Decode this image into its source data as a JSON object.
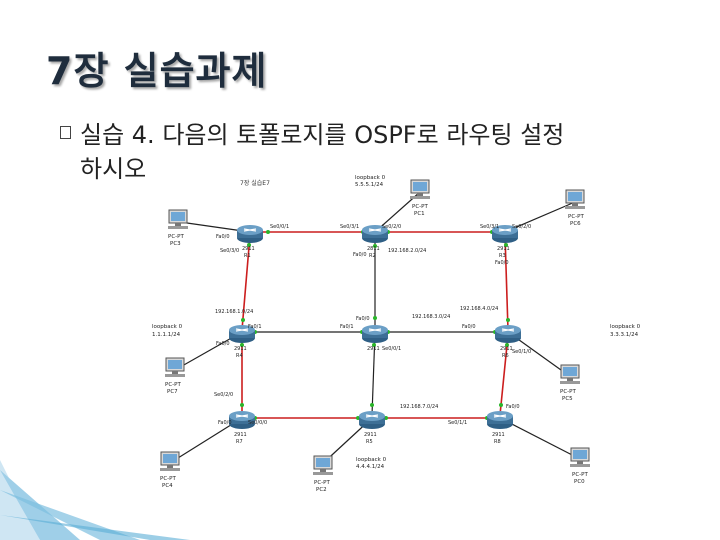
{
  "slide": {
    "title": "7장 실습과제",
    "bullet_line1": "실습 4. 다음의 토폴로지를 OSPF로 라우팅 설정",
    "bullet_line2": "하시오"
  },
  "diagram": {
    "caption": "7장 실습E7",
    "routers": {
      "r1": {
        "model": "2911",
        "name": "R1"
      },
      "r2": {
        "model": "2811",
        "name": "R2"
      },
      "r3": {
        "model": "2911",
        "name": "R3"
      },
      "r4": {
        "model": "2911",
        "name": "R4"
      },
      "r5": {
        "model": "2911",
        "name": "R5"
      },
      "r6": {
        "model": "2911",
        "name": "R6"
      },
      "r7": {
        "model": "2911",
        "name": "R7"
      },
      "r8": {
        "model": "2911",
        "name": "R8"
      }
    },
    "pcs": {
      "pc0": {
        "model": "PC-PT",
        "name": "PC0"
      },
      "pc1": {
        "model": "PC-PT",
        "name": "PC1"
      },
      "pc2": {
        "model": "PC-PT",
        "name": "PC2"
      },
      "pc3": {
        "model": "PC-PT",
        "name": "PC3"
      },
      "pc4": {
        "model": "PC-PT",
        "name": "PC4"
      },
      "pc5": {
        "model": "PC-PT",
        "name": "PC5"
      },
      "pc6": {
        "model": "PC-PT",
        "name": "PC6"
      },
      "pc7": {
        "model": "PC-PT",
        "name": "PC7"
      }
    },
    "loopbacks": {
      "top": {
        "name": "loopback 0",
        "ip": "5.5.5.1/24"
      },
      "left": {
        "name": "loopback 0",
        "ip": "1.1.1.1/24"
      },
      "right": {
        "name": "loopback 0",
        "ip": "3.3.3.1/24"
      },
      "bottom": {
        "name": "loopback 0",
        "ip": "4.4.4.1/24"
      }
    },
    "labels": {
      "r1_fa": "Fa0/0",
      "r1_s0": "Se0/0/1",
      "r1_s1": "Se0/3/0",
      "r2_s0": "Se0/3/1",
      "r2_s1": "Se0/2/0",
      "r2_fa": "Fa0/0",
      "r2_net": "192.168.2.0/24",
      "r3_s0": "Se0/3/1",
      "r3_s1": "Se0/2/0",
      "r3_fa": "Fa0/0",
      "r4_net_left": "192.168.1.0/24",
      "r4_fa": "Fa0/1",
      "r4_fa0": "Fa0/0",
      "r4_s": "Se0/2/0",
      "r5_fa": "Fa0/0",
      "r5_fa1": "Fa0/1",
      "r5_net": "192.168.3.0/24",
      "r5_s": "Se0/0/1",
      "r6_net_right": "192.168.4.0/24",
      "r6_fa": "Fa0/0",
      "r6_s": "Se0/1/0",
      "r7_fa": "Fa0/0",
      "r7_s": "Se0/0/0",
      "r8_s": "Se0/1/1",
      "r8_fa": "Fa0/0",
      "bottom_net": "192.168.7.0/24"
    }
  },
  "colors": {
    "serial_link": "#cc1e1e",
    "ethernet_link": "#222222",
    "link_up": "#2ab52a",
    "router_body": "#4a7fa8",
    "title_text": "#1f2d3d"
  }
}
